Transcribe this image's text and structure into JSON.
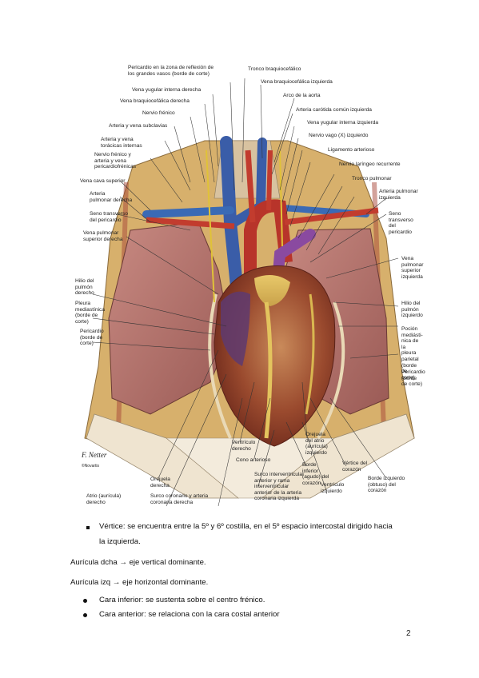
{
  "figure": {
    "signature": "F. Netter",
    "copyright": "©Novartis",
    "labels": [
      {
        "id": "pericardio-reflexion",
        "text": "Pericardio en la zona de reflexión de\nlos grandes vasos (borde de corte)"
      },
      {
        "id": "tronco-braquiocefalico",
        "text": "Tronco braquiocefálico"
      },
      {
        "id": "vena-braquiocefalica-izq",
        "text": "Vena braquiocefálica izquierda"
      },
      {
        "id": "vena-yugular-interna-der",
        "text": "Vena yugular interna derecha"
      },
      {
        "id": "vena-braquiocefalica-der",
        "text": "Vena braquiocefálica derecha"
      },
      {
        "id": "arco-aorta",
        "text": "Arco de la aorta"
      },
      {
        "id": "nervio-frenico",
        "text": "Nervio frénico"
      },
      {
        "id": "arteria-carotida",
        "text": "Arteria carótida común izquierda"
      },
      {
        "id": "arteria-vena-subclavias",
        "text": "Arteria y vena subclavias"
      },
      {
        "id": "vena-yugular-interna-izq",
        "text": "Vena  yugular interna izquierda"
      },
      {
        "id": "arteria-vena-toracicas",
        "text": "Arteria y vena\ntorácicas internas"
      },
      {
        "id": "nervio-vago",
        "text": "Nervio vago (X) izquierdo"
      },
      {
        "id": "nervio-frenico-pericardiofrenicas",
        "text": "Nervio frénico y\narteria y vena\npericardiofrénicas"
      },
      {
        "id": "ligamento-arterioso",
        "text": "Ligamento arterioso"
      },
      {
        "id": "nervio-laringeo",
        "text": "Nervio laríngeo recurrente"
      },
      {
        "id": "vena-cava-superior",
        "text": "Vena cava superior"
      },
      {
        "id": "tronco-pulmonar",
        "text": "Tronco pulmonar"
      },
      {
        "id": "arteria-pulmonar-der",
        "text": "Arteria\npulmonar derecha"
      },
      {
        "id": "arteria-pulmonar-izq",
        "text": "Arteria pulmonar\nizquierda"
      },
      {
        "id": "seno-transverso-der",
        "text": "Seno transverso\ndel pericardio"
      },
      {
        "id": "seno-transverso-izq",
        "text": "Seno transverso\ndel pericardio"
      },
      {
        "id": "vena-pulmonar-sup-der",
        "text": "Vena pulmonar\nsuperior derecha"
      },
      {
        "id": "vena-pulmonar-sup-izq",
        "text": "Vena\npulmonar\nsuperior\nizquierda"
      },
      {
        "id": "hilio-pulmon-der",
        "text": "Hilio del\npulmón\nderecho"
      },
      {
        "id": "pleura-mediastinica",
        "text": "Pleura\nmediastínica\n(borde de\ncorte)"
      },
      {
        "id": "hilio-pulmon-izq",
        "text": "Hilio del\npulmón\nizquierdo"
      },
      {
        "id": "pericardio-borde-der",
        "text": "Pericardio\n(borde de\ncorte)"
      },
      {
        "id": "porcion-mediastinica",
        "text": "Poción\nmediásti-\nnica de la\npleura\nparietal\n(borde de\ncorte)"
      },
      {
        "id": "pericardio-borde-izq",
        "text": "Pericardio\n(borde\nde corte)"
      },
      {
        "id": "ventriculo-der",
        "text": "Ventrículo\nderecho"
      },
      {
        "id": "orejuela-atrio-izq",
        "text": "Orejuela\ndel atrio\n(aurícula)\nizquierdo"
      },
      {
        "id": "cono-arterioso",
        "text": "Cono arterioso"
      },
      {
        "id": "borde-inferior",
        "text": "Borde\ninferior\n(agudo) del\ncorazón"
      },
      {
        "id": "vertice-corazon",
        "text": "Vértice del\ncorazón"
      },
      {
        "id": "orejuela-der",
        "text": "Orejuela\nderecha"
      },
      {
        "id": "surco-interventricular",
        "text": "Surco interventricular\nanterior y rama\ninterventricular\nanterior de la arteria\ncoronaria izquierda"
      },
      {
        "id": "ventriculo-izq",
        "text": "Ventrículo\nizquierdo"
      },
      {
        "id": "borde-izquierdo",
        "text": "Borde izquierdo\n(obtuso) del\ncorazón"
      },
      {
        "id": "atrio-der",
        "text": "Atrio (aurícula)\nderecho"
      },
      {
        "id": "surco-coronario",
        "text": "Surco coronario y arteria\ncoronaria derecha"
      }
    ]
  },
  "text": {
    "vertice_line1": "Vértice: se encuentra entre la 5º y 6º costilla, en el 5º espacio intercostal dirigido hacia",
    "vertice_line2": "la izquierda.",
    "auricula_dcha": "Aurícula dcha → eje vertical dominante.",
    "auricula_izq": "Aurícula izq → eje horizontal dominante.",
    "cara_inferior": "Cara inferior: se sustenta sobre el centro frénico.",
    "cara_anterior": "Cara anterior: se relaciona con la cara costal anterior"
  },
  "page_number": "2"
}
